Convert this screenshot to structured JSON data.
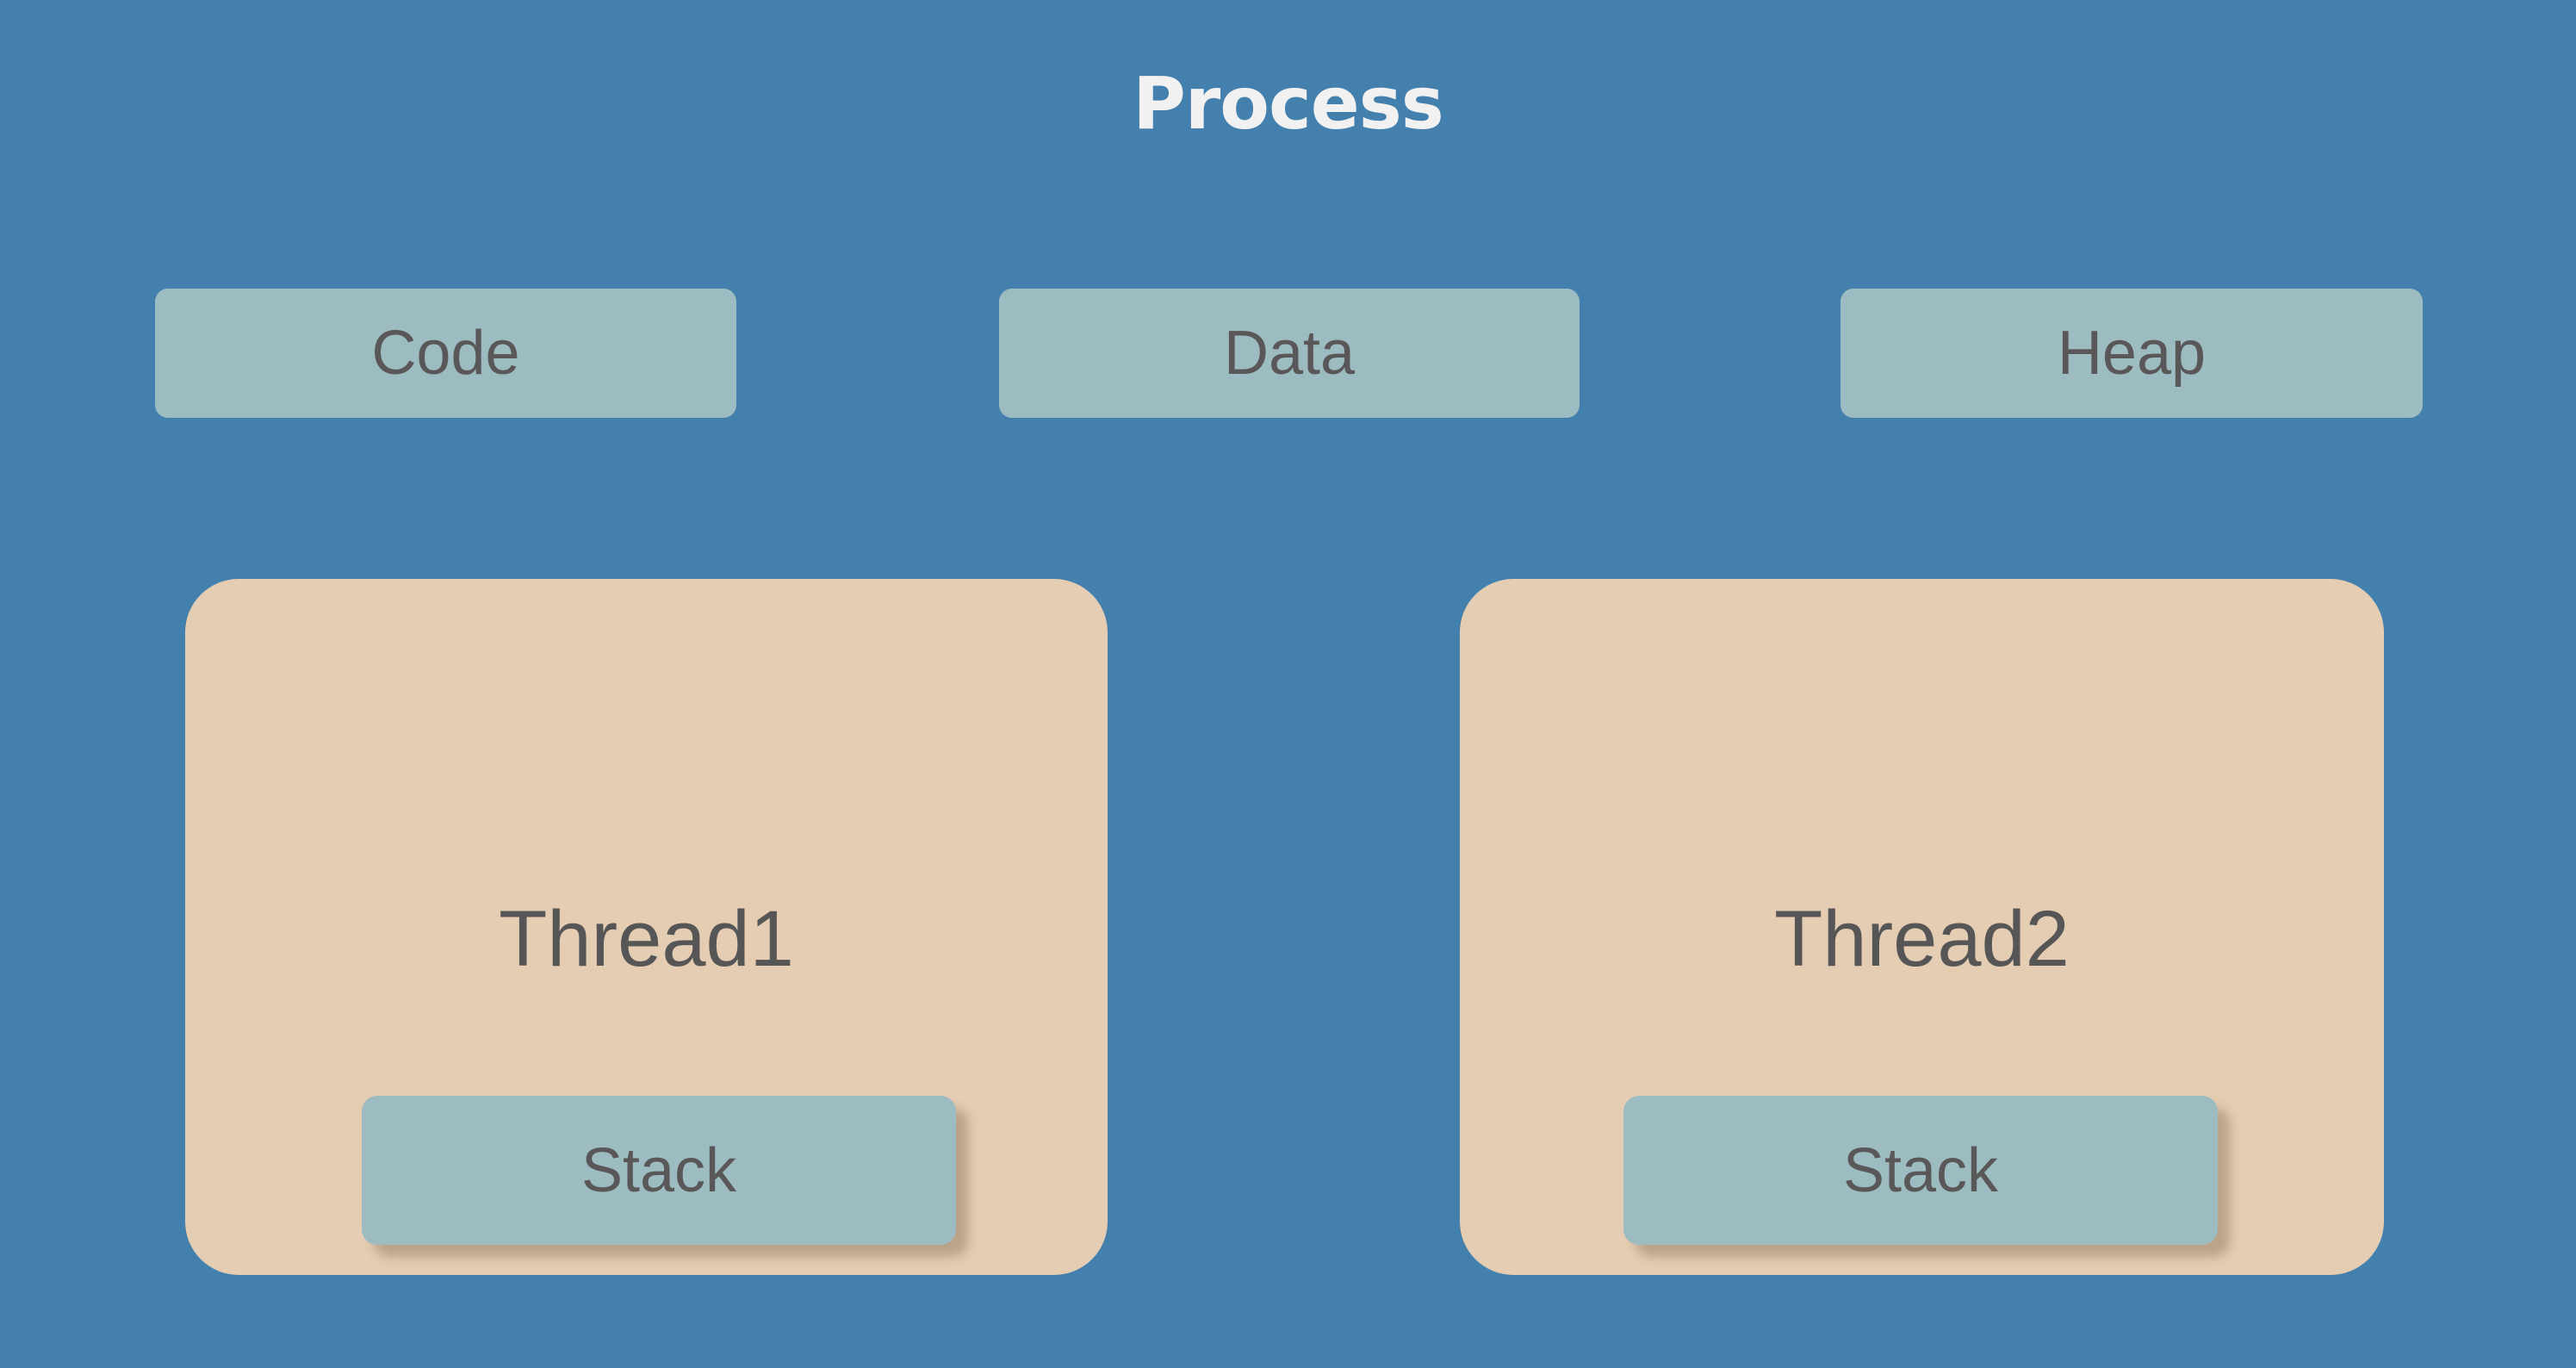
{
  "diagram": {
    "title": "Process",
    "background_color": "#4480ae",
    "title_color": "#f1f1f1"
  },
  "segments": {
    "fill_color": "#9dbcc2",
    "text_color": "#595757",
    "items": [
      {
        "label": "Code"
      },
      {
        "label": "Data"
      },
      {
        "label": "Heap"
      }
    ]
  },
  "threads": {
    "fill_color": "#e4cdb2",
    "text_color": "#565656",
    "items": [
      {
        "label": "Thread1",
        "stack_label": "Stack"
      },
      {
        "label": "Thread2",
        "stack_label": "Stack"
      }
    ]
  }
}
